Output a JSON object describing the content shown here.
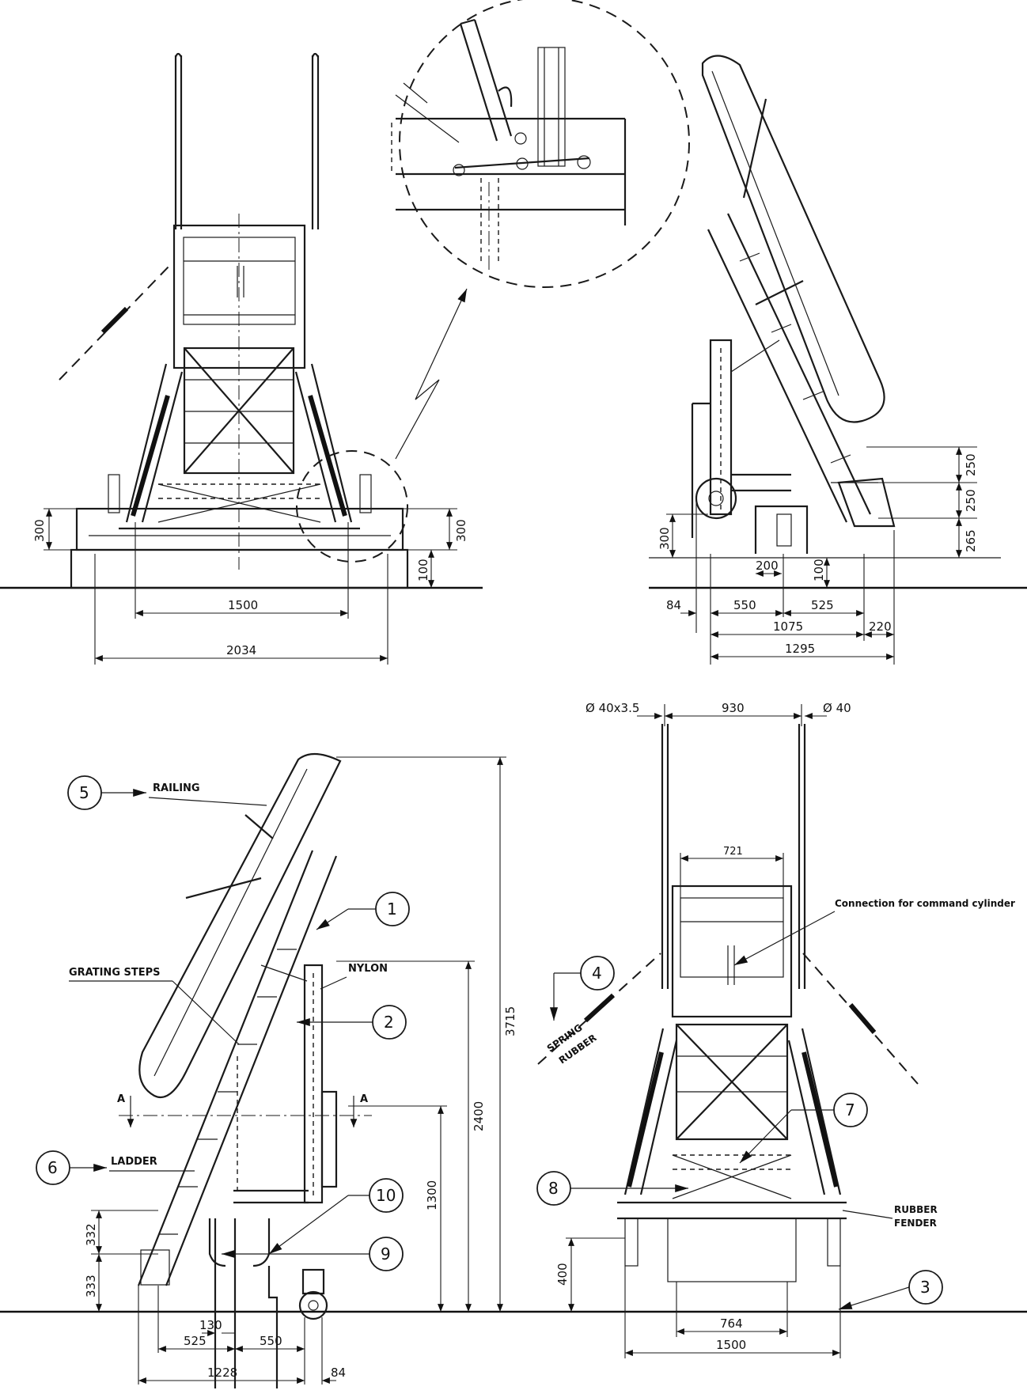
{
  "dimensions": {
    "front_view": {
      "d1500": "1500",
      "d2034": "2034",
      "d300a": "300",
      "d300b": "300",
      "d100": "100"
    },
    "side_view": {
      "d300": "300",
      "d250a": "250",
      "d250b": "250",
      "d265": "265",
      "d200": "200",
      "d100": "100",
      "d84": "84",
      "d550": "550",
      "d525": "525",
      "d1075": "1075",
      "d220": "220",
      "d1295": "1295"
    },
    "elevation": {
      "d3715": "3715",
      "d2400": "2400",
      "d1300": "1300",
      "d332": "332",
      "d333": "333",
      "d130": "130",
      "d525": "525",
      "d550": "550",
      "d1228": "1228",
      "d84": "84"
    },
    "rear_view": {
      "pipe_a": "Ø 40x3.5",
      "d930": "930",
      "pipe_b": "Ø 40",
      "d721": "721",
      "d400": "400",
      "d764": "764",
      "d1500": "1500"
    }
  },
  "labels": {
    "railing": "RAILING",
    "grating_steps": "GRATING STEPS",
    "nylon": "NYLON",
    "ladder": "LADDER",
    "section_a_left": "A",
    "section_a_right": "A",
    "connection": "Connection for command cylinder",
    "spring": "SPRING",
    "rubber_spring": "RUBBER",
    "rubber_fender_1": "RUBBER",
    "rubber_fender_2": "FENDER"
  },
  "callouts": [
    "1",
    "2",
    "3",
    "4",
    "5",
    "6",
    "7",
    "8",
    "9",
    "10"
  ]
}
